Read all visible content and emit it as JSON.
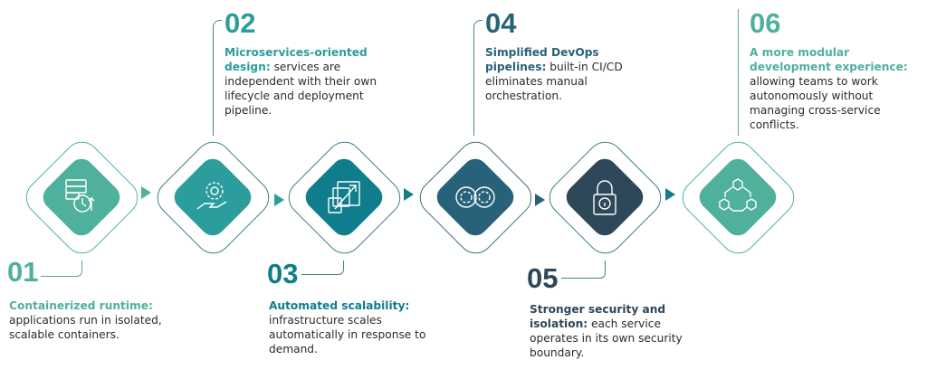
{
  "steps": [
    {
      "number": "01",
      "title": "Containerized runtime:",
      "text": "applications run in isolated, scalable containers.",
      "color": "#4fb09d",
      "icon": "server-clock-scale-icon"
    },
    {
      "number": "02",
      "title": "Microservices-oriented design:",
      "text": "services are independent with their own lifecycle and deployment pipeline.",
      "color": "#2a9d9c",
      "icon": "hand-gear-icon"
    },
    {
      "number": "03",
      "title": "Automated scalability:",
      "text": "infrastructure scales automatically in response to demand.",
      "color": "#0f7d8b",
      "icon": "scale-up-squares-icon"
    },
    {
      "number": "04",
      "title": "Simplified DevOps pipelines:",
      "text": "built-in CI/CD eliminates manual orchestration.",
      "color": "#28627a",
      "icon": "gears-cycle-icon"
    },
    {
      "number": "05",
      "title": "Stronger security and isolation:",
      "text": "each service operates in its own security boundary.",
      "color": "#2e4759",
      "icon": "padlock-icon"
    },
    {
      "number": "06",
      "title": "A more modular development experience:",
      "text": "allowing teams to work autonomously without managing cross-service conflicts.",
      "color": "#4fb09d",
      "icon": "connected-cubes-icon"
    }
  ]
}
